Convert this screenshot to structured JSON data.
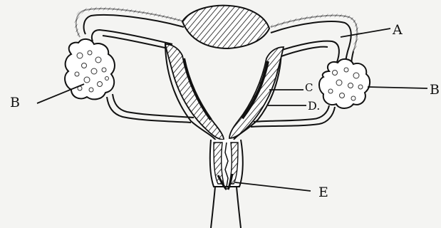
{
  "diagram": {
    "labels": {
      "a": "A",
      "b_left": "B",
      "b_right": "B",
      "c": "C",
      "d": "D.",
      "e": "E"
    }
  }
}
